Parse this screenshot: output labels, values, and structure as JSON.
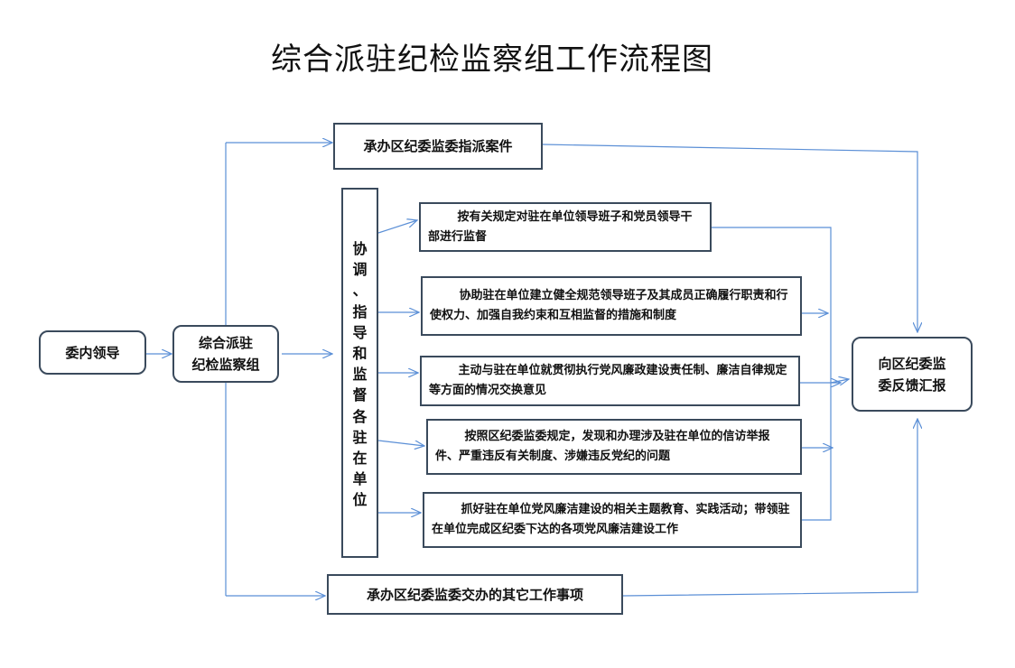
{
  "title": "综合派驻纪检监察组工作流程图",
  "nodes": {
    "leader": "委内领导",
    "group_line1": "综合派驻",
    "group_line2": "纪检监察组",
    "assigned_cases": "承办区纪委监委指派案件",
    "coordinate_vertical": [
      "协",
      "调",
      "、",
      "指",
      "导",
      "和",
      "监",
      "督",
      "各",
      "驻",
      "在",
      "单",
      "位"
    ],
    "task1": "按有关规定对驻在单位领导班子和党员领导干部进行监督",
    "task2": "协助驻在单位建立健全规范领导班子及其成员正确履行职责和行使权力、加强自我约束和互相监督的措施和制度",
    "task3": "主动与驻在单位就贯彻执行党风廉政建设责任制、廉洁自律规定等方面的情况交换意见",
    "task4": "按照区纪委监委规定，发现和办理涉及驻在单位的信访举报件、严重违反有关制度、涉嫌违反党纪的问题",
    "task5": "抓好驻在单位党风廉洁建设的相关主题教育、实践活动；带领驻在单位完成区纪委下达的各项党风廉洁建设工作",
    "other_matters": "承办区纪委监委交办的其它工作事项",
    "report_line1": "向区纪委监",
    "report_line2": "委反馈汇报"
  },
  "colors": {
    "arrow": "#5b8fd6",
    "border": "#3a4a5c"
  }
}
